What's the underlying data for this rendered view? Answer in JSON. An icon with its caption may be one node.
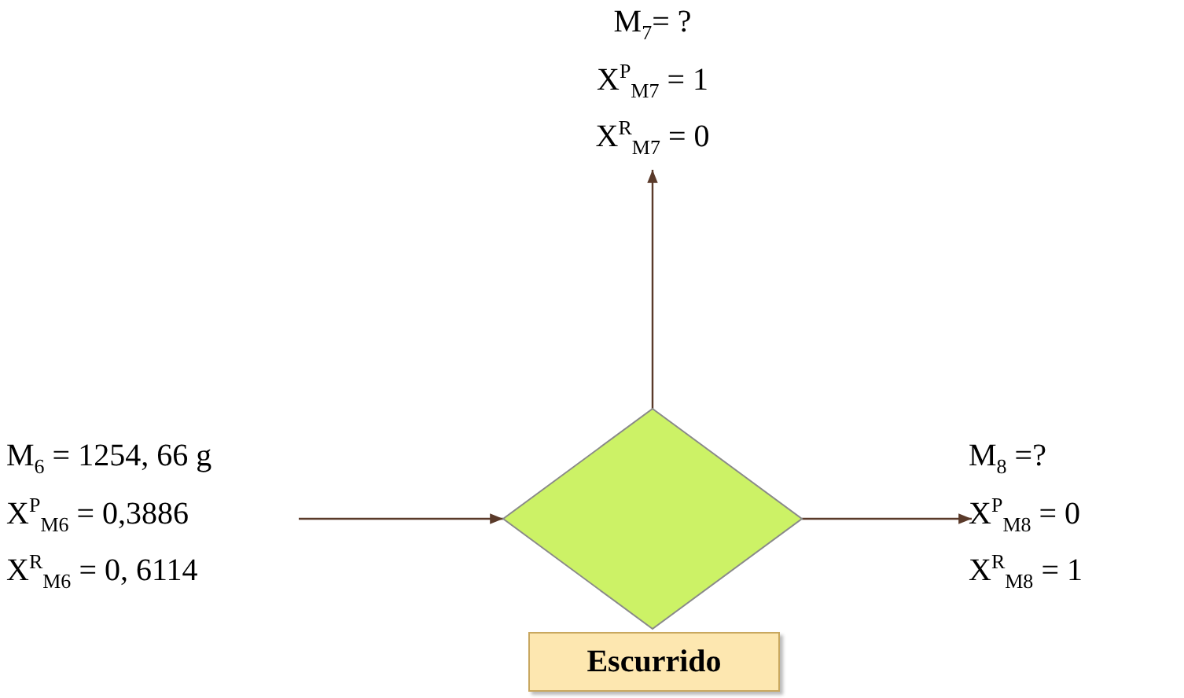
{
  "diagram": {
    "nodes": [
      {
        "text": [
          "M$_{7}$= ?",
          "X$^{P}$$_{M7}$ = 1",
          "X$^{R}$$_{M7}$ = 0"
        ]
      },
      {
        "text": [
          "M$_{6}$ = 1254, 66 g",
          "X$^{P}$$_{M6}$ = 0,3886",
          "X$^{R}$$_{M6}$ = 0, 6114"
        ]
      },
      {
        "text": [],
        "shape": "diamond"
      },
      {
        "text": [
          "Escurrido"
        ]
      },
      {
        "text": [
          "M$_{8}$ =?",
          "X$^{P}$$_{M8}$ = 0",
          "X$^{R}$$_{M8}$ = 1"
        ]
      }
    ],
    "edges": [
      {
        "from": 1,
        "to": 2,
        "arrow": "to"
      },
      {
        "from": 2,
        "to": 0,
        "arrow": "to"
      },
      {
        "from": 2,
        "to": 4,
        "arrow": "to"
      }
    ]
  }
}
